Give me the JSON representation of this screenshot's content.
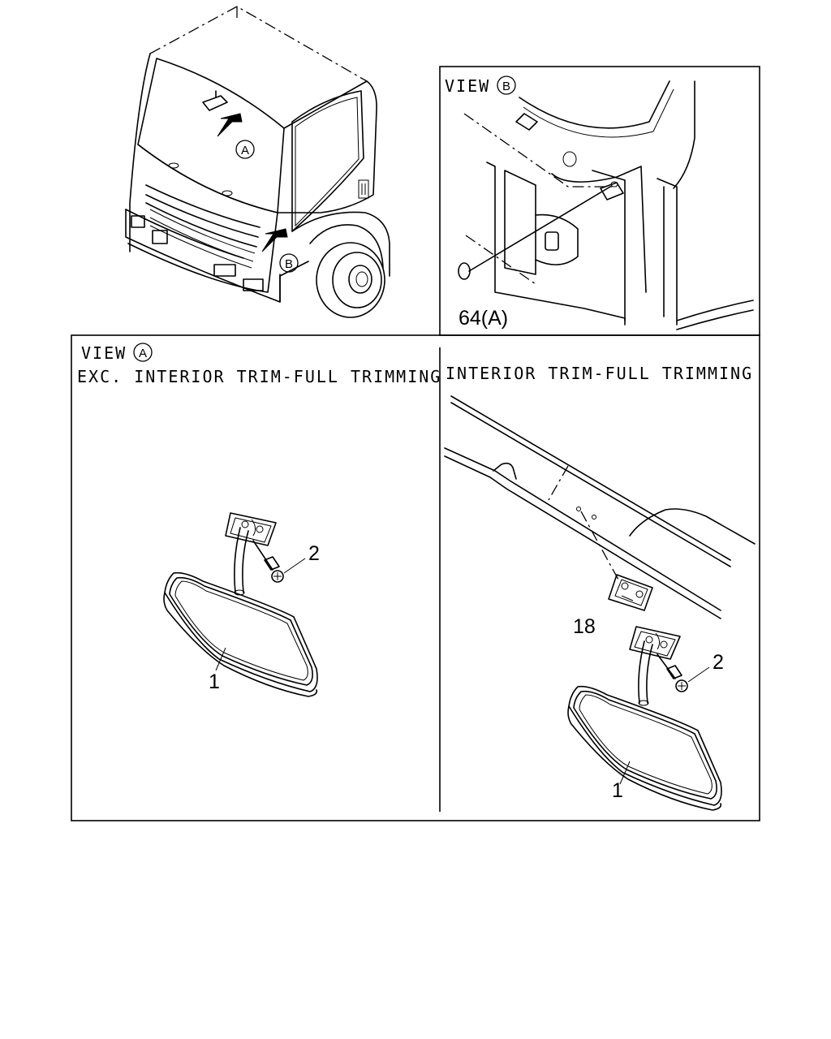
{
  "view_b": {
    "title": "VIEW",
    "letter": "B",
    "part_label": "64(A)"
  },
  "view_a": {
    "title": "VIEW",
    "letter": "A"
  },
  "truck": {
    "marker_a": "A",
    "marker_b": "B"
  },
  "left_panel": {
    "heading": "EXC. INTERIOR TRIM-FULL TRIMMING",
    "callout_mirror": "1",
    "callout_screw": "2"
  },
  "right_panel": {
    "heading": "INTERIOR TRIM-FULL TRIMMING",
    "callout_bracket": "18",
    "callout_mirror": "1",
    "callout_screw": "2"
  }
}
